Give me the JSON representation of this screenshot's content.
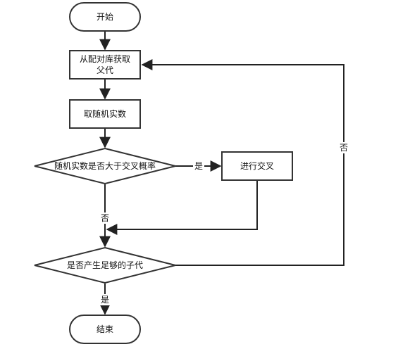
{
  "nodes": {
    "start": "开始",
    "select_parents_line1": "从配对库获取",
    "select_parents_line2": "父代",
    "random_number": "取随机实数",
    "crossover_check": "随机实数是否大于交叉概率",
    "do_crossover": "进行交叉",
    "enough_children": "是否产生足够的子代",
    "end": "结束"
  },
  "edges": {
    "crossover_yes": "是",
    "crossover_no": "否",
    "enough_yes": "是",
    "enough_no": "否"
  },
  "colors": {
    "stroke": "#333333",
    "fill": "#ffffff",
    "text": "#111111"
  }
}
